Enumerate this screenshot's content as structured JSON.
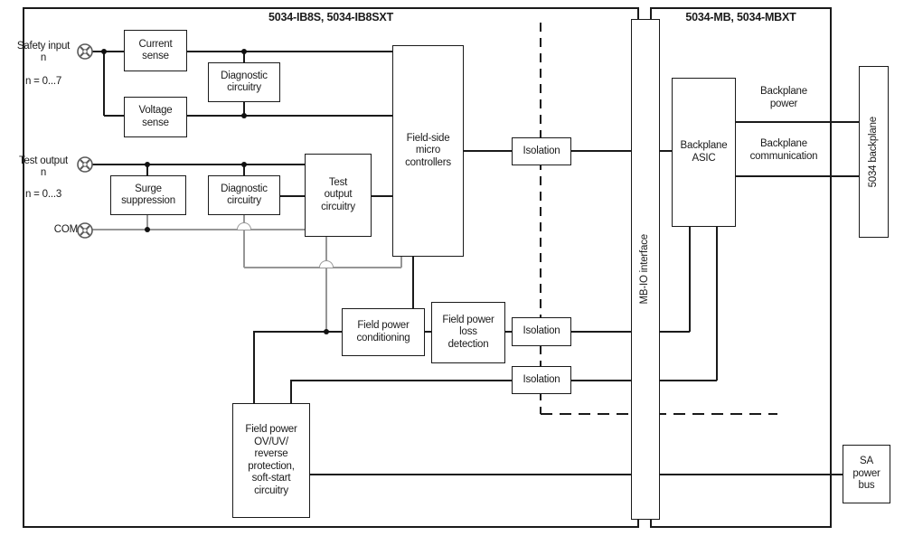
{
  "diagram_title_left": "5034-IB8S, 5034-IB8SXT",
  "diagram_title_right": "5034-MB, 5034-MBXT",
  "field_labels": {
    "safety_input": "Safety input\nn",
    "safety_range": "n = 0...7",
    "test_output": "Test output\nn",
    "test_range": "n = 0...3",
    "com": "COM"
  },
  "blocks": {
    "current_sense": "Current\nsense",
    "voltage_sense": "Voltage\nsense",
    "diagnostic": "Diagnostic\ncircuitry",
    "surge": "Surge\nsuppression",
    "test_output_circuitry": "Test\noutput\ncircuitry",
    "field_side_micro": "Field-side\nmicro\ncontrollers",
    "isolation": "Isolation",
    "field_power_conditioning": "Field power\nconditioning",
    "field_power_loss": "Field power\nloss\ndetection",
    "field_power_protection": "Field power\nOV/UV/\nreverse\nprotection,\nsoft-start\ncircuitry",
    "mb_io_interface": "MB-IO interface",
    "backplane_asic": "Backplane\nASIC",
    "backplane_5034": "5034 backplane",
    "sa_power_bus": "SA\npower\nbus"
  },
  "bus_labels": {
    "backplane_power": "Backplane\npower",
    "backplane_communication": "Backplane\ncommunication"
  },
  "colors": {
    "line": "#1a1a1a",
    "gray_line": "#969696",
    "background": "#ffffff"
  }
}
